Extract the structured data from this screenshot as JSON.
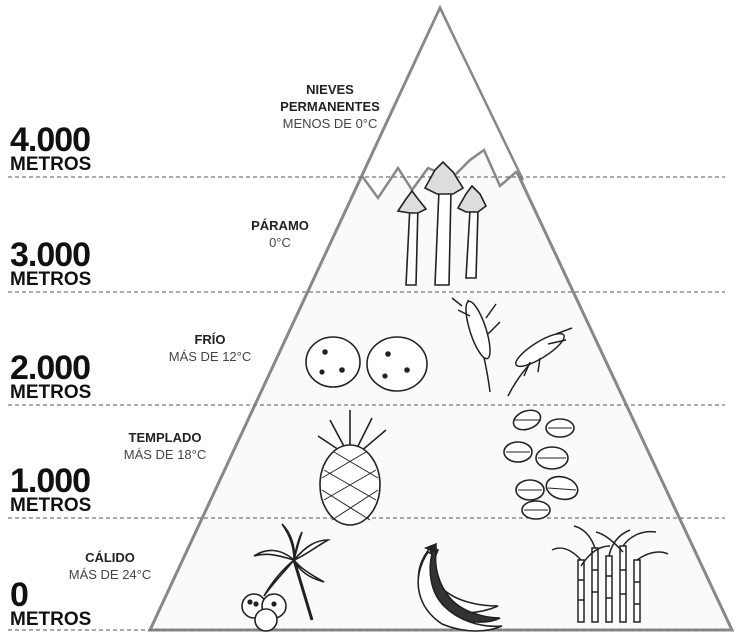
{
  "altitudes": [
    {
      "num": "4.000",
      "unit": "METROS"
    },
    {
      "num": "3.000",
      "unit": "METROS"
    },
    {
      "num": "2.000",
      "unit": "METROS"
    },
    {
      "num": "1.000",
      "unit": "METROS"
    },
    {
      "num": "0",
      "unit": "METROS"
    }
  ],
  "zones": [
    {
      "name": "NIEVES PERMANENTES",
      "temp": "MENOS DE 0°C"
    },
    {
      "name": "PÁRAMO",
      "temp": "0°C"
    },
    {
      "name": "FRÍO",
      "temp": "MÁS DE 12°C"
    },
    {
      "name": "TEMPLADO",
      "temp": "MÁS DE 18°C"
    },
    {
      "name": "CÁLIDO",
      "temp": "MÁS DE 24°C"
    }
  ],
  "icons": [
    "frailejon-icon",
    "potato-icon",
    "wheat-icon",
    "pineapple-icon",
    "coffee-beans-icon",
    "palm-icon",
    "coconut-icon",
    "banana-icon",
    "sugarcane-icon"
  ]
}
